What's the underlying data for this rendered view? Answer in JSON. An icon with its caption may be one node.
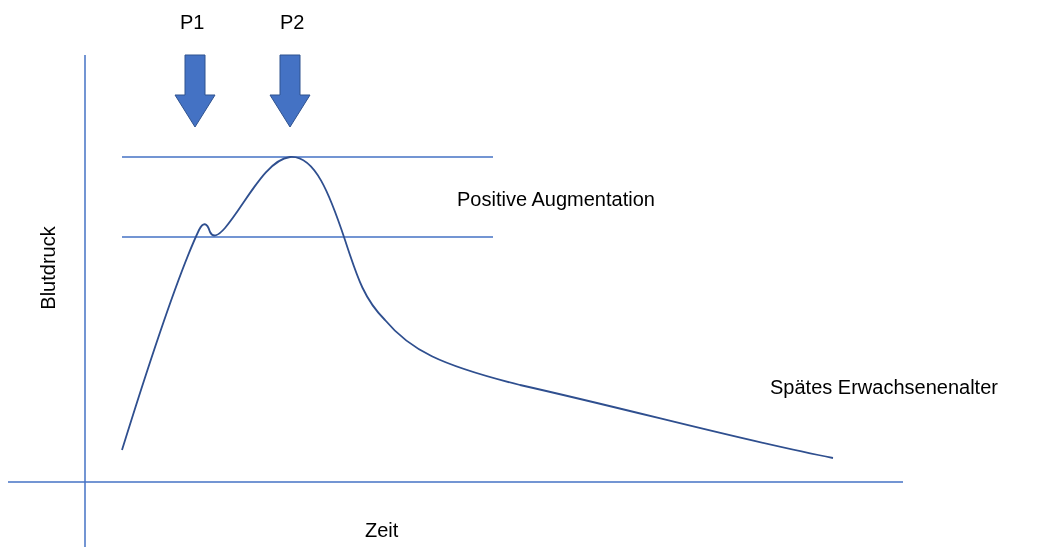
{
  "diagram": {
    "labels": [
      "P1",
      "P2",
      "Positive Augmentation",
      "Blutdruck",
      "Spätes Erwachsenenalter",
      "Zeit"
    ]
  }
}
